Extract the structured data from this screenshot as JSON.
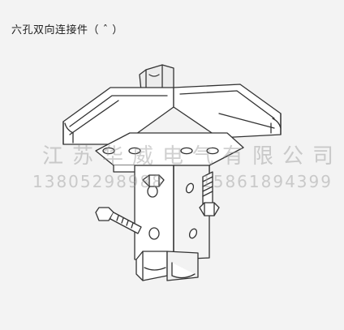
{
  "caption": "六孔双向连接件（  ˆ  ）",
  "watermark": {
    "company": "江苏华威电气有限公司",
    "phone_1": "13805298988",
    "phone_2": "15861894399"
  },
  "colors": {
    "panel": "#f3f3f3",
    "line": "#333333",
    "metal": "#ffffff",
    "shade": "#d9d9d9"
  }
}
